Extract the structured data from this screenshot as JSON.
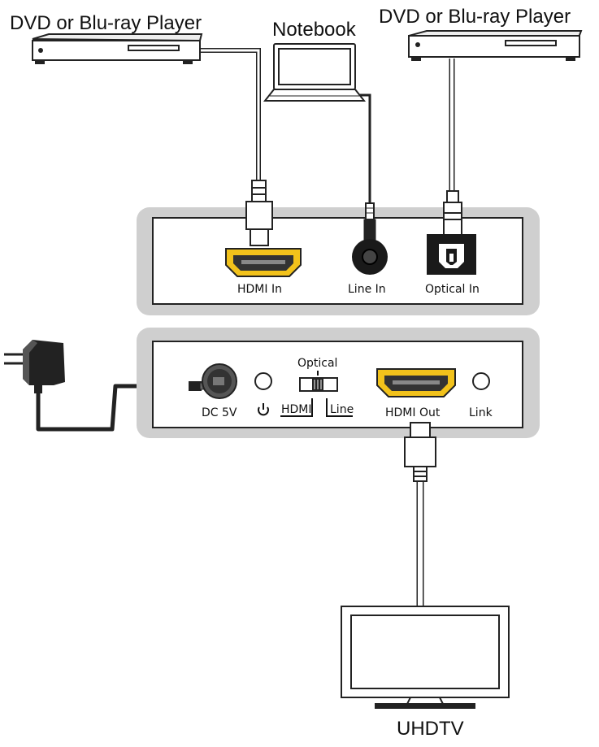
{
  "devices": {
    "player_left": "DVD or Blu-ray Player",
    "notebook": "Notebook",
    "player_right": "DVD or Blu-ray Player",
    "tv": "UHDTV"
  },
  "input_panel": {
    "hdmi_in": "HDMI In",
    "line_in": "Line In",
    "optical_in": "Optical In"
  },
  "output_panel": {
    "dc": "DC 5V",
    "switch_top": "Optical",
    "switch_left": "HDMI",
    "switch_right": "Line",
    "hdmi_out": "HDMI Out",
    "link": "Link"
  },
  "colors": {
    "hdmi_gold": "#f2c21b",
    "panel_bg": "#cfcfcf",
    "outline": "#1a1a1a"
  },
  "icons": [
    "power-icon",
    "hdmi-port-icon",
    "audio-jack-icon",
    "optical-port-icon",
    "dc-jack-icon",
    "power-adapter-icon"
  ]
}
